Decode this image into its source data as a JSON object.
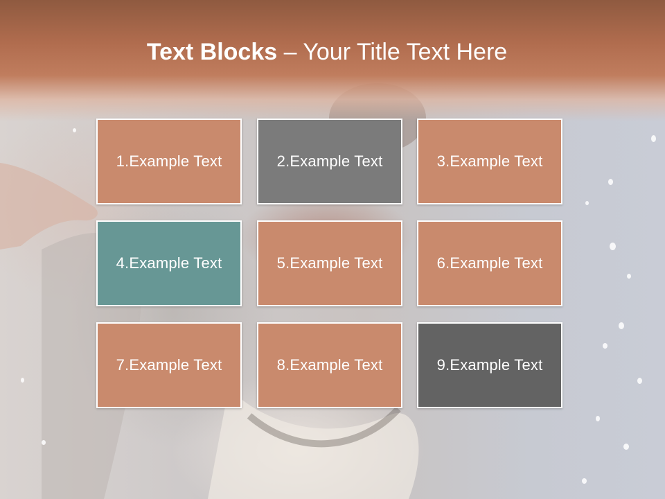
{
  "slide": {
    "title_bold": "Text Blocks",
    "title_separator": " – ",
    "title_rest": "Your Title Text Here"
  },
  "colors": {
    "header_top": "#8f5a40",
    "header_bottom": "#c07d5e",
    "terracotta": "#c98a6d",
    "slate_gray": "#7b7b7b",
    "teal": "#679795",
    "dark_gray": "#636363",
    "border": "#ffffff",
    "text": "#ffffff"
  },
  "blocks": [
    {
      "label": "1.Example Text",
      "color": "#c98a6d"
    },
    {
      "label": "2.Example Text",
      "color": "#7b7b7b"
    },
    {
      "label": "3.Example Text",
      "color": "#c98a6d"
    },
    {
      "label": "4.Example Text",
      "color": "#679795"
    },
    {
      "label": "5.Example Text",
      "color": "#c98a6d"
    },
    {
      "label": "6.Example Text",
      "color": "#c98a6d"
    },
    {
      "label": "7.Example Text",
      "color": "#c98a6d"
    },
    {
      "label": "8.Example Text",
      "color": "#c98a6d"
    },
    {
      "label": "9.Example Text",
      "color": "#636363"
    }
  ]
}
